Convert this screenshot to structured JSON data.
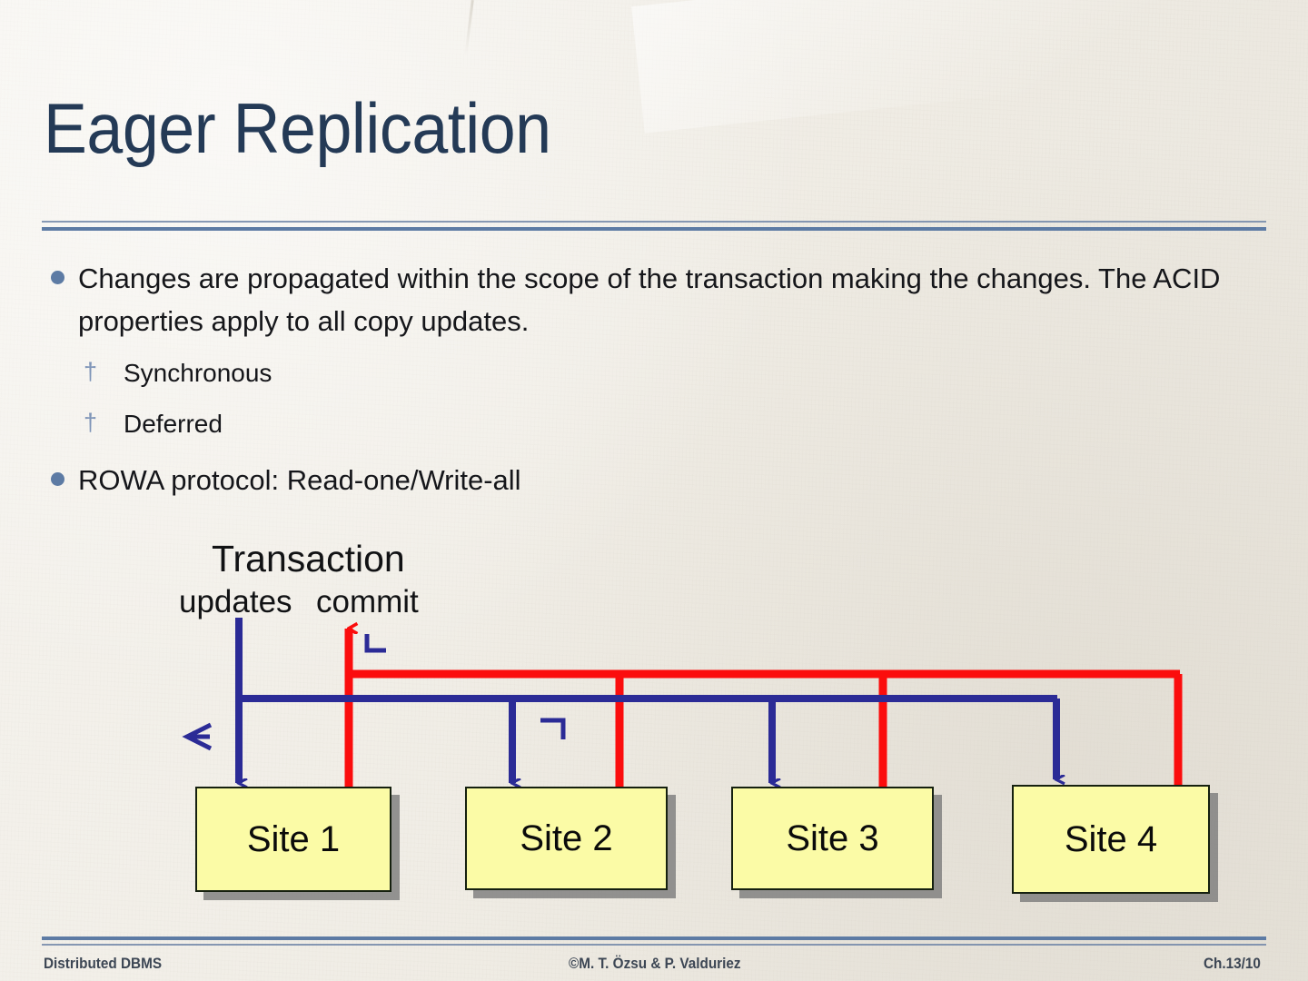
{
  "slide": {
    "title": "Eager Replication",
    "background_color": "#f2efe8",
    "accent_color": "#5d7ba4",
    "title_color": "#243a56"
  },
  "body": {
    "bullets": [
      {
        "level": 1,
        "marker": "bullet-dot",
        "text": "Changes are propagated within the scope of the transaction making the changes. The ACID properties apply to all copy updates."
      },
      {
        "level": 2,
        "marker": "dagger",
        "text": "Synchronous"
      },
      {
        "level": 2,
        "marker": "dagger",
        "text": "Deferred"
      },
      {
        "level": 1,
        "marker": "bullet-dot",
        "text": "ROWA protocol: Read-one/Write-all"
      }
    ]
  },
  "diagram": {
    "title_label": "Transaction",
    "updates_label": "updates",
    "commit_label": "commit",
    "update_line_color": "#2b2b96",
    "commit_line_color": "#fb0d0d",
    "site_fill": "#fbfba6",
    "site_border": "#15200f",
    "sites": [
      {
        "label": "Site 1"
      },
      {
        "label": "Site 2"
      },
      {
        "label": "Site 3"
      },
      {
        "label": "Site 4"
      }
    ]
  },
  "footer": {
    "left": "Distributed DBMS",
    "center": "©M. T. Özsu & P. Valduriez",
    "right": "Ch.13/10"
  }
}
